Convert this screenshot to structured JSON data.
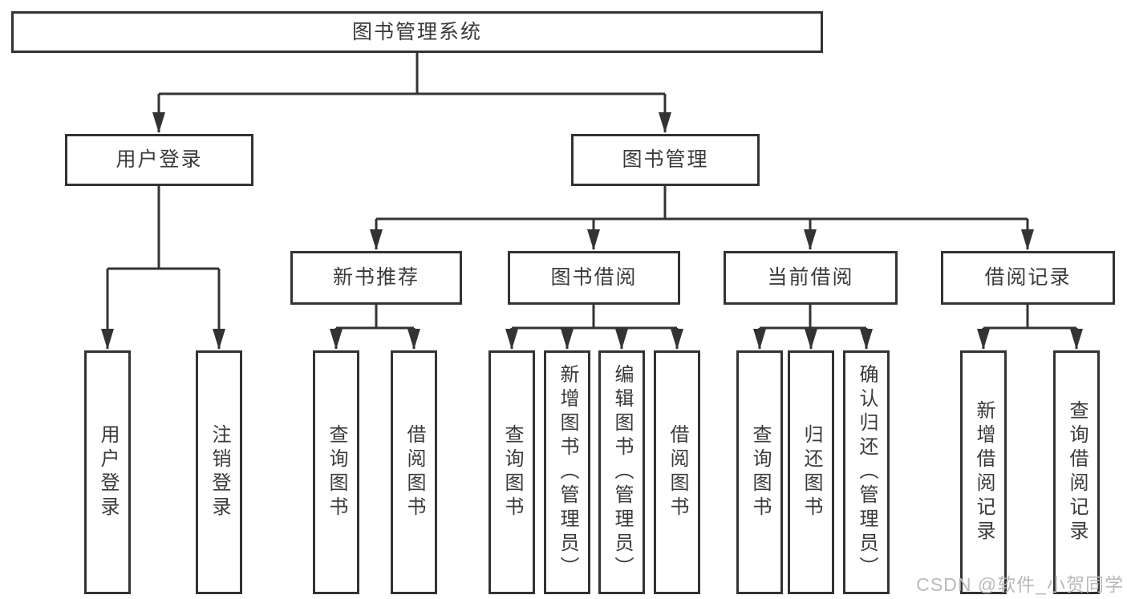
{
  "diagram": {
    "title_node": {
      "label": "图书管理系统"
    },
    "level1": [
      {
        "label": "用户登录",
        "parent": "图书管理系统"
      },
      {
        "label": "图书管理",
        "parent": "图书管理系统"
      }
    ],
    "level2": [
      {
        "label": "新书推荐",
        "parent": "图书管理"
      },
      {
        "label": "图书借阅",
        "parent": "图书管理"
      },
      {
        "label": "当前借阅",
        "parent": "图书管理"
      },
      {
        "label": "借阅记录",
        "parent": "图书管理"
      }
    ],
    "leaves": [
      {
        "label": "用户登录",
        "parent": "用户登录"
      },
      {
        "label": "注销登录",
        "parent": "用户登录"
      },
      {
        "label": "查询图书",
        "parent": "新书推荐"
      },
      {
        "label": "借阅图书",
        "parent": "新书推荐"
      },
      {
        "label": "查询图书",
        "parent": "图书借阅"
      },
      {
        "label": "新增图书（管理员）",
        "parent": "图书借阅"
      },
      {
        "label": "编辑图书（管理员）",
        "parent": "图书借阅"
      },
      {
        "label": "借阅图书",
        "parent": "图书借阅"
      },
      {
        "label": "查询图书",
        "parent": "当前借阅"
      },
      {
        "label": "归还图书",
        "parent": "当前借阅"
      },
      {
        "label": "确认归还（管理员）",
        "parent": "当前借阅"
      },
      {
        "label": "新增借阅记录",
        "parent": "借阅记录"
      },
      {
        "label": "查询借阅记录",
        "parent": "借阅记录"
      }
    ],
    "colors": {
      "line": "#333333",
      "box_border": "#333333",
      "box_fill": "#ffffff",
      "text": "#3a3a3a",
      "watermark": "#b9b9b9"
    }
  },
  "watermark": {
    "text": "CSDN @软件_小贺同学"
  }
}
